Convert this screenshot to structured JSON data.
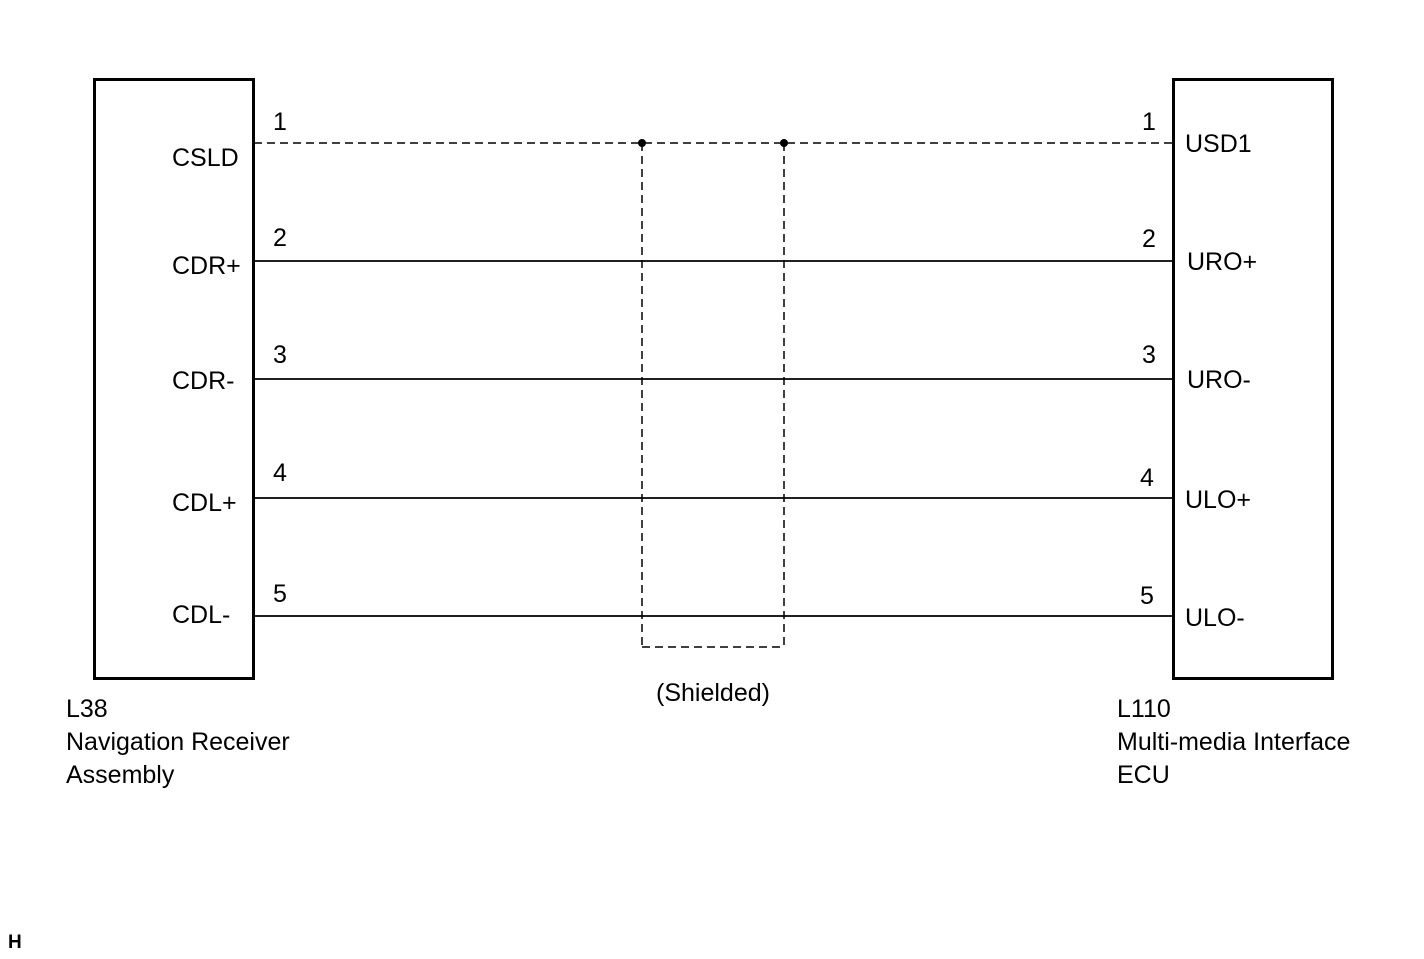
{
  "left_component": {
    "code": "L38",
    "name_line1": "Navigation Receiver",
    "name_line2": "Assembly",
    "terminals": [
      "CSLD",
      "CDR+",
      "CDR-",
      "CDL+",
      "CDL-"
    ]
  },
  "right_component": {
    "code": "L110",
    "name_line1": "Multi-media Interface",
    "name_line2": "ECU",
    "terminals": [
      "USD1",
      "URO+",
      "URO-",
      "ULO+",
      "ULO-"
    ]
  },
  "pins": [
    "1",
    "2",
    "3",
    "4",
    "5"
  ],
  "shield_label": "(Shielded)",
  "corner_mark": "H"
}
